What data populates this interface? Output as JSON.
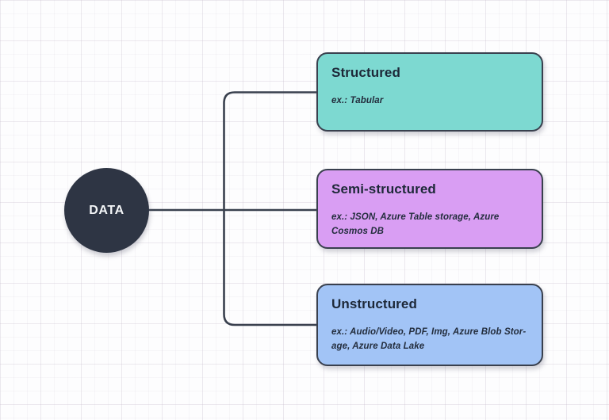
{
  "diagram": {
    "root": {
      "label": "DATA"
    },
    "nodes": [
      {
        "id": "structured",
        "title": "Structured",
        "subtitle": "ex.: Tabular",
        "fill": "#7dd9d1"
      },
      {
        "id": "semi-structured",
        "title": "Semi-structured",
        "subtitle": "ex.: JSON, Azure Table storage, Azure\nCosmos DB",
        "fill": "#d99ef3"
      },
      {
        "id": "unstructured",
        "title": "Unstructured",
        "subtitle": "ex.: Audio/Video, PDF, Img, Azure Blob Stor-\nage, Azure Data Lake",
        "fill": "#a2c4f6"
      }
    ],
    "colors": {
      "root_fill": "#2e3544",
      "root_text": "#f4f6f8",
      "node_border": "#39404e",
      "connector": "#39404e",
      "title_text": "#1d2838",
      "background": "#fdfdfe"
    }
  }
}
